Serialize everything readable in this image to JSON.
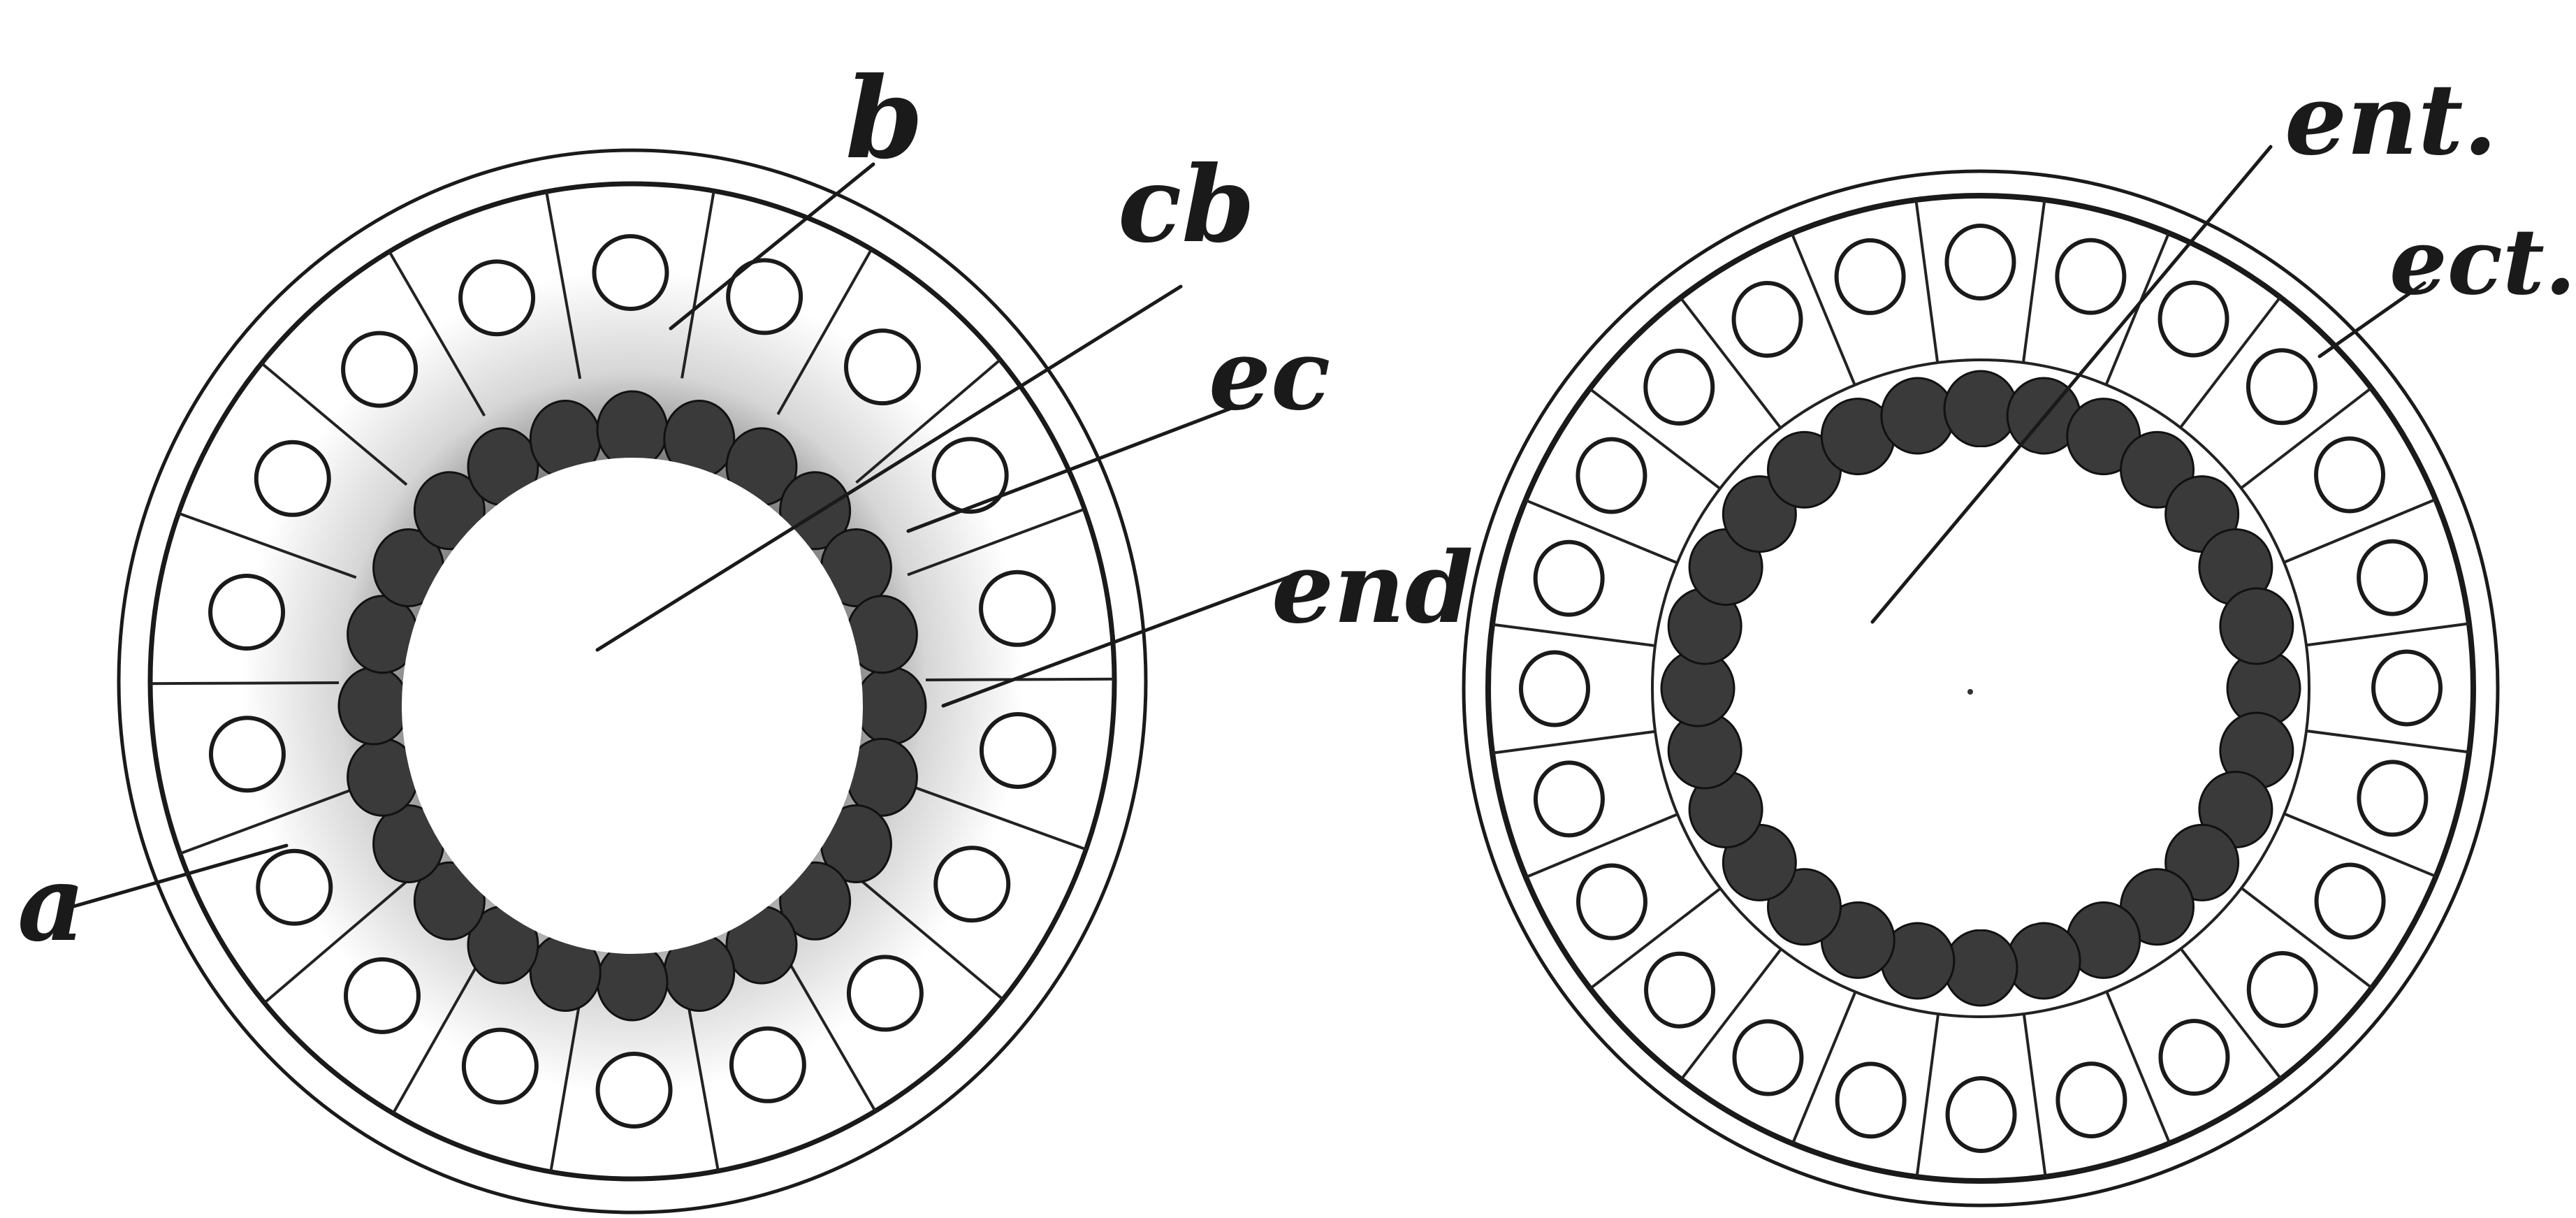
{
  "figures": [
    {
      "id": "left",
      "labels": {
        "b": "b",
        "cb": "cb",
        "ec": "ec",
        "end": "end",
        "a": "a"
      }
    },
    {
      "id": "right",
      "labels": {
        "ent": "ent.",
        "ect": "ect."
      }
    }
  ]
}
